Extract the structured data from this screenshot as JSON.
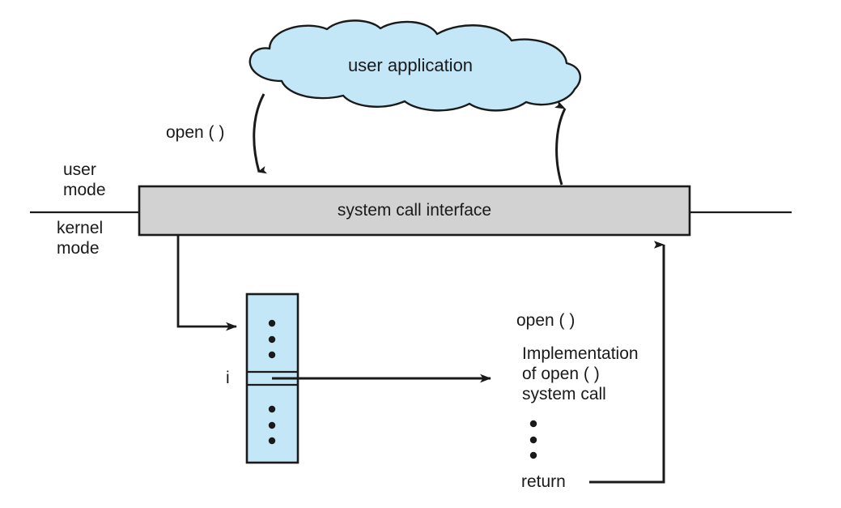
{
  "diagram": {
    "title": "system call interface diagram",
    "colors": {
      "cloud_fill": "#c3e7f7",
      "table_fill": "#c3e7f7",
      "bar_fill": "#d2d2d2",
      "stroke": "#1a1a1a",
      "text": "#1a1a1a",
      "background": "#ffffff"
    },
    "cloud": {
      "label": "user application"
    },
    "bar": {
      "label": "system call interface"
    },
    "mode_labels": {
      "user_line1": "user",
      "user_line2": "mode",
      "kernel_line1": "kernel",
      "kernel_line2": "mode"
    },
    "call_label": "open ( )",
    "table": {
      "index_label": "i",
      "upper_dots": 3,
      "lower_dots": 3
    },
    "kernel_routine": {
      "header": "open ( )",
      "body_line1": "Implementation",
      "body_line2": "of open ( )",
      "body_line3": "system call",
      "dots": 3,
      "return_label": "return"
    },
    "arrows": [
      {
        "name": "user-call-arrow",
        "from": "user application",
        "to": "system call interface",
        "label": "open ( )"
      },
      {
        "name": "return-to-user-arrow",
        "from": "system call interface",
        "to": "user application"
      },
      {
        "name": "dispatch-arrow",
        "from": "system call interface",
        "to": "system call table"
      },
      {
        "name": "table-to-routine-arrow",
        "from": "system call table entry i",
        "to": "open ( ) implementation"
      },
      {
        "name": "routine-return-arrow",
        "from": "return",
        "to": "system call interface"
      }
    ]
  }
}
